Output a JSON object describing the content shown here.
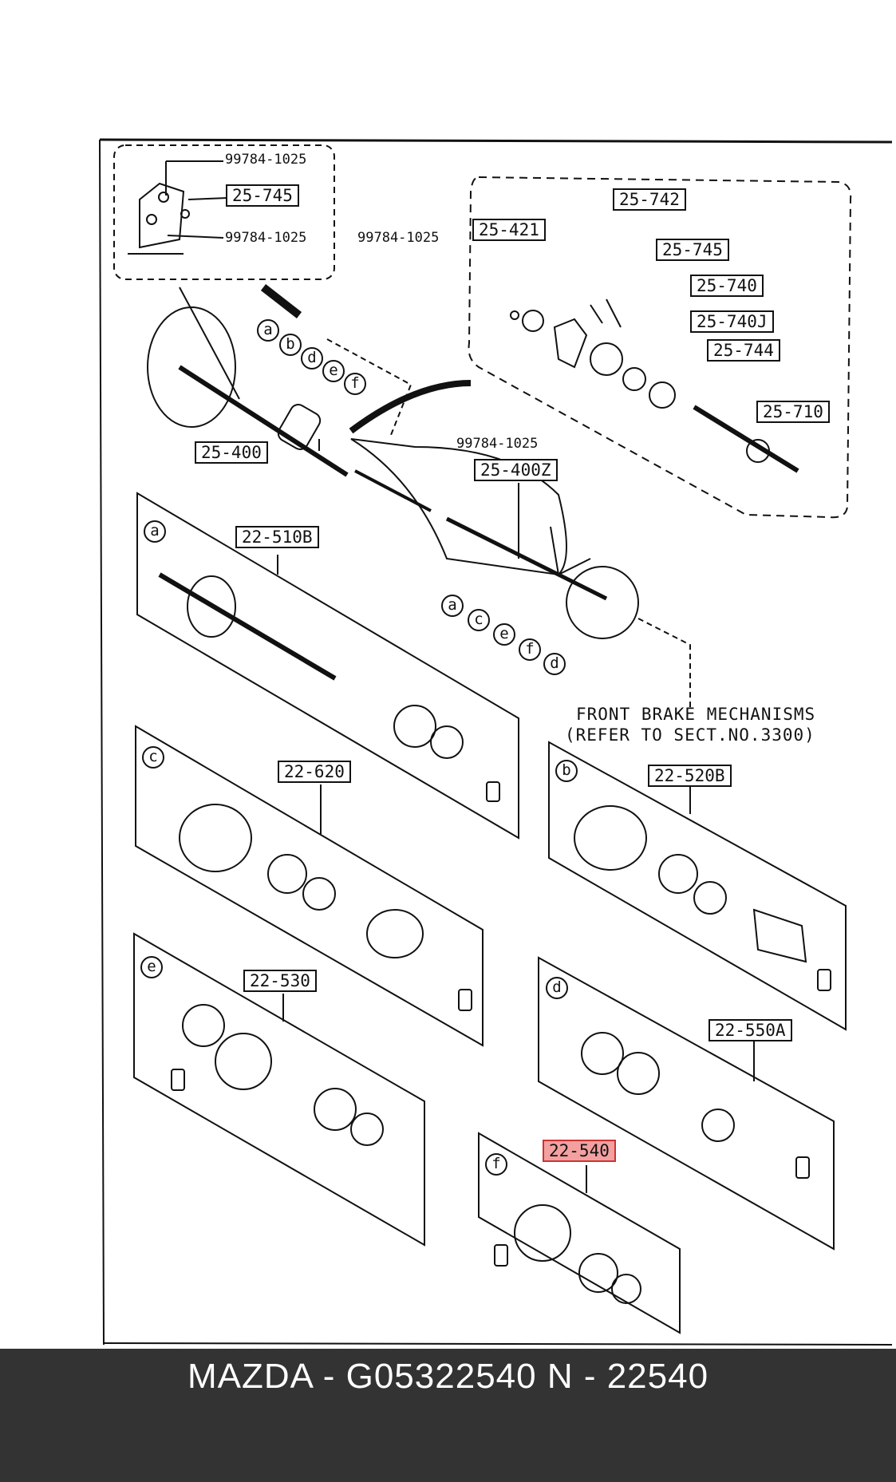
{
  "parts": {
    "p99784_top": "99784-1025",
    "p25745_top": "25-745",
    "p99784_mid": "99784-1025",
    "p99784_bolt": "99784-1025",
    "p25742": "25-742",
    "p25421": "25-421",
    "p25745_right": "25-745",
    "p25740": "25-740",
    "p25740J": "25-740J",
    "p25744": "25-744",
    "p25710": "25-710",
    "p25400": "25-400",
    "p99784_low": "99784-1025",
    "p25400Z": "25-400Z",
    "p22510B": "22-510B",
    "p22620": "22-620",
    "p22520B": "22-520B",
    "p22530": "22-530",
    "p22550A": "22-550A",
    "p22540": "22-540"
  },
  "letters": {
    "upper_row": [
      "a",
      "b",
      "d",
      "e",
      "f"
    ],
    "lower_row": [
      "a",
      "c",
      "e",
      "f",
      "d"
    ],
    "panel_a": "a",
    "panel_b": "b",
    "panel_c": "c",
    "panel_d": "d",
    "panel_e": "e",
    "panel_f": "f"
  },
  "note": {
    "line1": "FRONT BRAKE MECHANISMS",
    "line2": "(REFER TO SECT.NO.3300)"
  },
  "footer": {
    "text": "MAZDA - G05322540    N - 22540"
  },
  "colors": {
    "highlight": "#f3a0a0",
    "footer_bg": "#333333"
  }
}
